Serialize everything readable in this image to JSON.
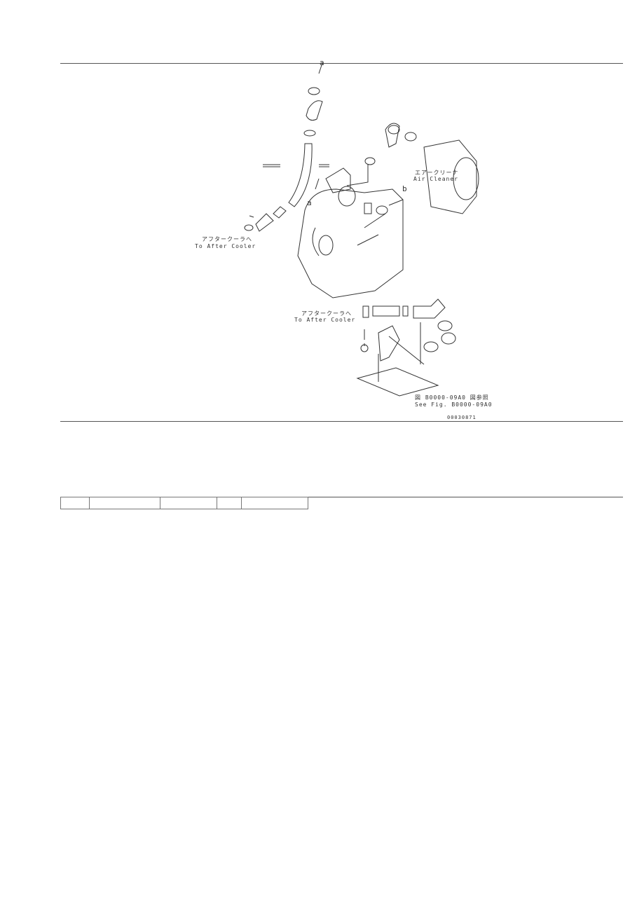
{
  "diagram": {
    "callouts": {
      "a_top": "a",
      "a_mid": "a",
      "b": "b"
    },
    "to_after_cooler_jp": "アフタークーラへ",
    "to_after_cooler_en": "To After Cooler",
    "air_cleaner_jp": "エアークリーナ",
    "air_cleaner_en": "Air Cleaner",
    "see_fig_jp": "図 B0000-09A0 図参照",
    "see_fig_en": "See Fig. B0000-09A0",
    "drawing_number": "00030871"
  },
  "table": {
    "columns": 5
  }
}
